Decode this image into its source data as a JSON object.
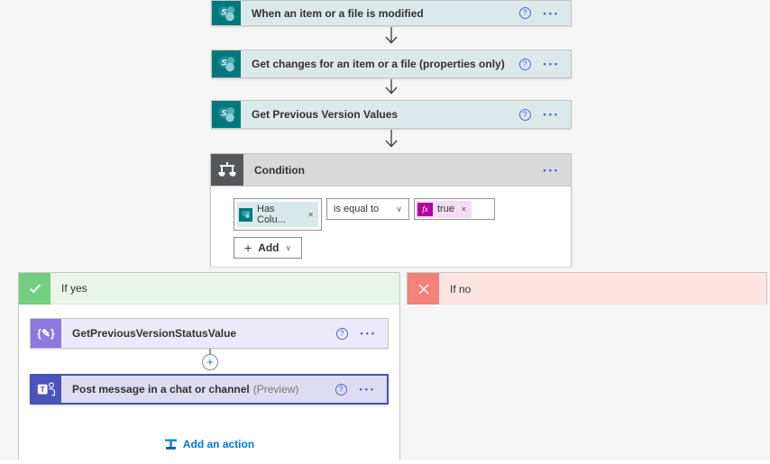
{
  "icons": {
    "help": "?",
    "more": "•••",
    "close": "✕",
    "chevron_down": "∨",
    "plus": "+",
    "compose": "{✎}"
  },
  "colors": {
    "sharepoint_teal": "#03787c",
    "sharepoint_header": "#dce9ea",
    "condition_icon_gray": "#55575a",
    "condition_header": "#d9d9d9",
    "yes_green": "#74ce82",
    "yes_header": "#e9f5e9",
    "no_red": "#f4807a",
    "no_header": "#fde3e1",
    "compose_purple": "#8b79de",
    "compose_header": "#ece9fa",
    "teams_purple": "#4b53bc",
    "teams_header": "#dedcf3",
    "teams_selected_border": "#4a50b5",
    "link_blue": "#0078d4"
  },
  "trigger": {
    "label": "When an item or a file is modified"
  },
  "actions": {
    "get_changes": "Get changes for an item or a file (properties only)",
    "get_previous": "Get Previous Version Values"
  },
  "condition": {
    "title": "Condition",
    "left_operand": "Has Colu...",
    "operator": "is equal to",
    "right_operand": "true",
    "add_label": "Add"
  },
  "branches": {
    "yes": {
      "label": "If yes",
      "compose_label": "GetPreviousVersionStatusValue",
      "teams_label": "Post message in a chat or channel",
      "teams_preview": "(Preview)",
      "add_action": "Add an action"
    },
    "no": {
      "label": "If no"
    }
  }
}
